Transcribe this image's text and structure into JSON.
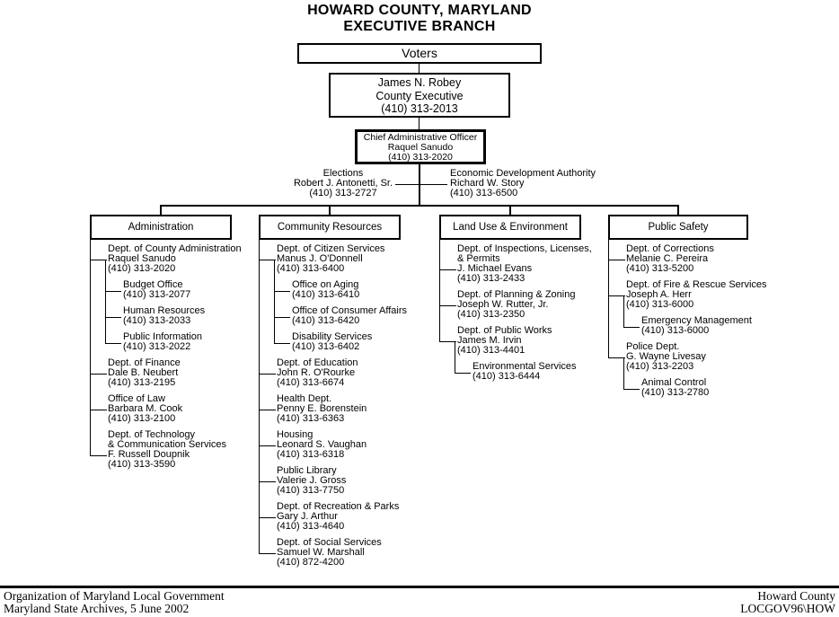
{
  "title": {
    "line1": "HOWARD COUNTY, MARYLAND",
    "line2": "EXECUTIVE BRANCH"
  },
  "top_boxes": {
    "voters": "Voters",
    "executive": {
      "lines": [
        "James N. Robey",
        "County Executive",
        "(410) 313-2013"
      ]
    },
    "cao": {
      "lines": [
        "Chief Administrative Officer",
        "Raquel Sanudo",
        "(410) 313-2020"
      ]
    }
  },
  "side_branches": {
    "elections": {
      "lines": [
        "Elections",
        "Robert J. Antonetti, Sr.",
        "(410) 313-2727"
      ]
    },
    "economic_development": {
      "lines": [
        "Economic Development Authority",
        "Richard W. Story",
        "(410) 313-6500"
      ]
    }
  },
  "columns": [
    {
      "header": "Administration",
      "entries": [
        {
          "level": 0,
          "lines": [
            "Dept. of County Administration",
            "Raquel Sanudo",
            "(410) 313-2020"
          ]
        },
        {
          "level": 1,
          "lines": [
            "Budget Office",
            "(410) 313-2077"
          ]
        },
        {
          "level": 1,
          "lines": [
            "Human Resources",
            "(410) 313-2033"
          ]
        },
        {
          "level": 1,
          "lines": [
            "Public Information",
            "(410) 313-2022"
          ]
        },
        {
          "level": 0,
          "lines": [
            "Dept. of Finance",
            "Dale B. Neubert",
            "(410) 313-2195"
          ]
        },
        {
          "level": 0,
          "lines": [
            "Office of Law",
            "Barbara M. Cook",
            "(410) 313-2100"
          ]
        },
        {
          "level": 0,
          "lines": [
            "Dept. of Technology",
            "& Communication Services",
            "F. Russell Doupnik",
            "(410) 313-3590"
          ]
        }
      ]
    },
    {
      "header": "Community Resources",
      "entries": [
        {
          "level": 0,
          "lines": [
            "Dept. of Citizen Services",
            "Manus J. O'Donnell",
            "(410) 313-6400"
          ]
        },
        {
          "level": 1,
          "lines": [
            "Office on Aging",
            "(410) 313-6410"
          ]
        },
        {
          "level": 1,
          "lines": [
            "Office of Consumer Affairs",
            "(410) 313-6420"
          ]
        },
        {
          "level": 1,
          "lines": [
            "Disability Services",
            "(410) 313-6402"
          ]
        },
        {
          "level": 0,
          "lines": [
            "Dept. of Education",
            "John R. O'Rourke",
            "(410) 313-6674"
          ]
        },
        {
          "level": 0,
          "lines": [
            "Health Dept.",
            "Penny E. Borenstein",
            "(410) 313-6363"
          ]
        },
        {
          "level": 0,
          "lines": [
            "Housing",
            "Leonard S. Vaughan",
            "(410) 313-6318"
          ]
        },
        {
          "level": 0,
          "lines": [
            "Public Library",
            "Valerie J. Gross",
            "(410) 313-7750"
          ]
        },
        {
          "level": 0,
          "lines": [
            "Dept. of Recreation & Parks",
            "Gary J. Arthur",
            "(410) 313-4640"
          ]
        },
        {
          "level": 0,
          "lines": [
            "Dept. of Social Services",
            "Samuel W. Marshall",
            "(410) 872-4200"
          ]
        }
      ]
    },
    {
      "header": "Land Use & Environment",
      "entries": [
        {
          "level": 0,
          "lines": [
            "Dept. of Inspections, Licenses,",
            "& Permits",
            "J. Michael Evans",
            "(410) 313-2433"
          ]
        },
        {
          "level": 0,
          "lines": [
            "Dept. of Planning & Zoning",
            "Joseph W. Rutter, Jr.",
            "(410) 313-2350"
          ]
        },
        {
          "level": 0,
          "lines": [
            "Dept. of Public Works",
            "James M. Irvin",
            "(410) 313-4401"
          ]
        },
        {
          "level": 1,
          "lines": [
            "Environmental Services",
            "(410) 313-6444"
          ]
        }
      ]
    },
    {
      "header": "Public Safety",
      "entries": [
        {
          "level": 0,
          "lines": [
            "Dept. of Corrections",
            "Melanie C. Pereira",
            "(410) 313-5200"
          ]
        },
        {
          "level": 0,
          "lines": [
            "Dept. of Fire & Rescue Services",
            "Joseph A. Herr",
            "(410) 313-6000"
          ]
        },
        {
          "level": 1,
          "lines": [
            "Emergency Management",
            "(410) 313-6000"
          ]
        },
        {
          "level": 0,
          "lines": [
            "Police Dept.",
            "G. Wayne Livesay",
            "(410) 313-2203"
          ]
        },
        {
          "level": 1,
          "lines": [
            "Animal Control",
            "(410) 313-2780"
          ]
        }
      ]
    }
  ],
  "footer": {
    "left_line1": "Organization of Maryland Local Government",
    "left_line2": "Maryland State Archives, 5 June 2002",
    "right_line1": "Howard County",
    "right_line2": "LOCGOV96\\HOW"
  },
  "colors": {
    "line": "#000000",
    "background": "#ffffff",
    "text": "#000000"
  }
}
